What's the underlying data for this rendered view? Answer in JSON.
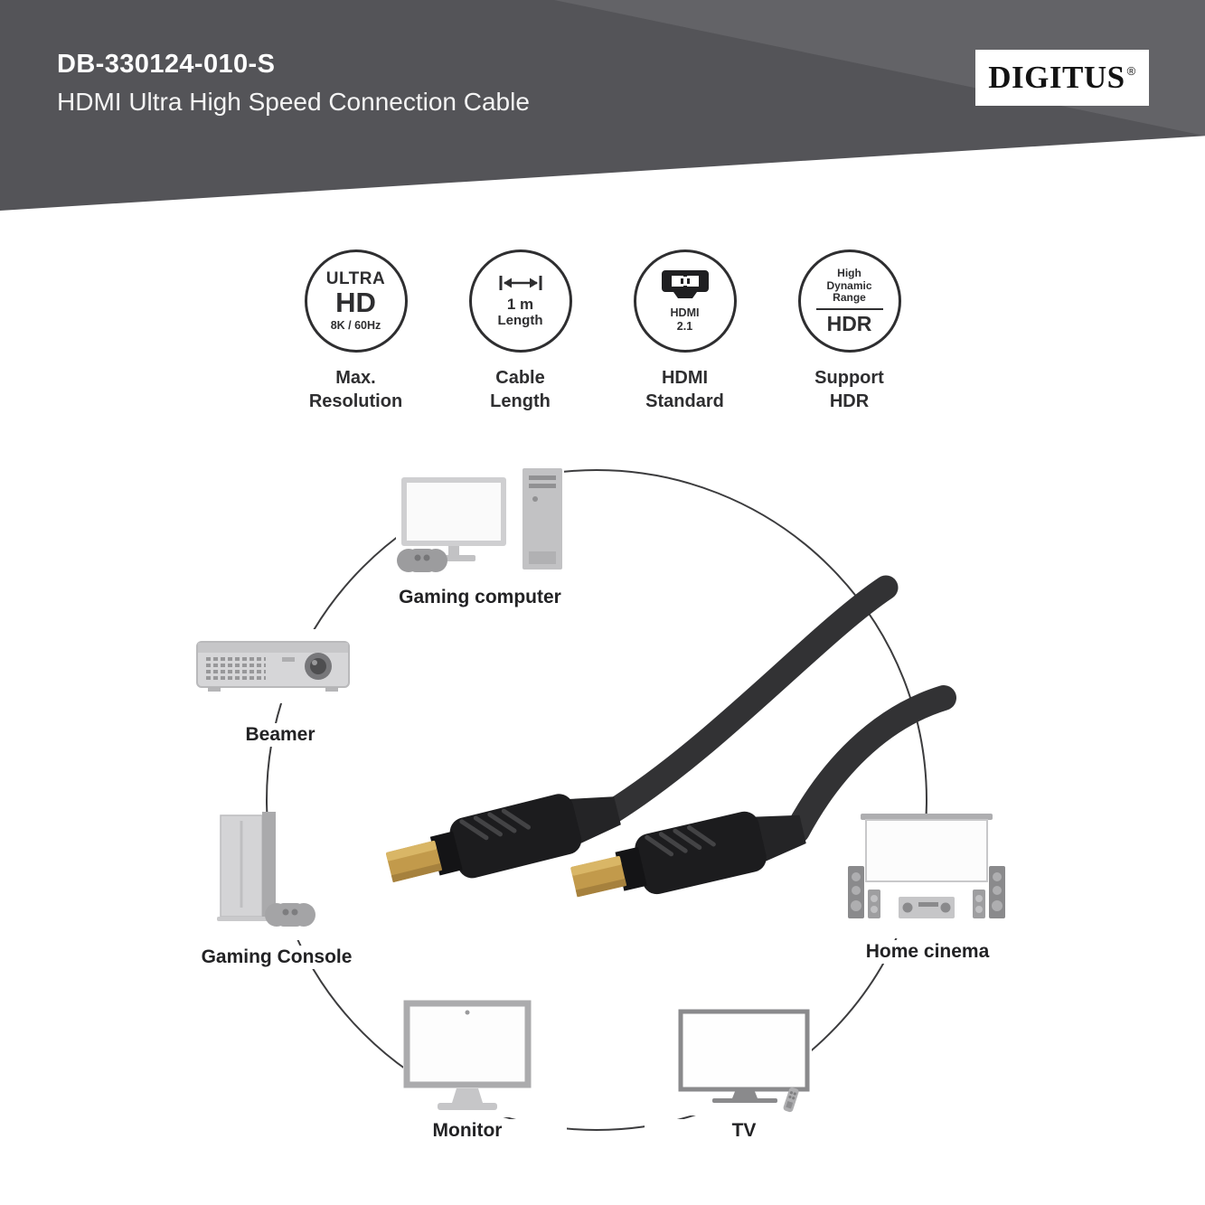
{
  "header": {
    "model": "DB-330124-010-S",
    "subtitle": "HDMI Ultra High Speed Connection Cable",
    "brand": "DIGITUS",
    "registered_mark": "®"
  },
  "features": {
    "resolution": {
      "circle_top": "ULTRA",
      "circle_main": "HD",
      "circle_sub": "8K / 60Hz",
      "caption_line1": "Max.",
      "caption_line2": "Resolution"
    },
    "cable_length": {
      "circle_value": "1 m",
      "circle_unit": "Length",
      "caption_line1": "Cable",
      "caption_line2": "Length"
    },
    "hdmi_standard": {
      "circle_line1": "HDMI",
      "circle_line2": "2.1",
      "caption_line1": "HDMI",
      "caption_line2": "Standard"
    },
    "hdr": {
      "circle_small1": "High",
      "circle_small2": "Dynamic",
      "circle_small3": "Range",
      "circle_main": "HDR",
      "caption_line1": "Support",
      "caption_line2": "HDR"
    }
  },
  "diagram": {
    "gaming_computer_label": "Gaming computer",
    "beamer_label": "Beamer",
    "gaming_console_label": "Gaming Console",
    "monitor_label": "Monitor",
    "tv_label": "TV",
    "home_cinema_label": "Home cinema"
  },
  "colors": {
    "header_gray": "#545458",
    "text_dark": "#2e2e30",
    "connector_black": "#1c1c1e",
    "connector_gold": "#c29a4b",
    "device_gray": "#c6c6c8"
  }
}
